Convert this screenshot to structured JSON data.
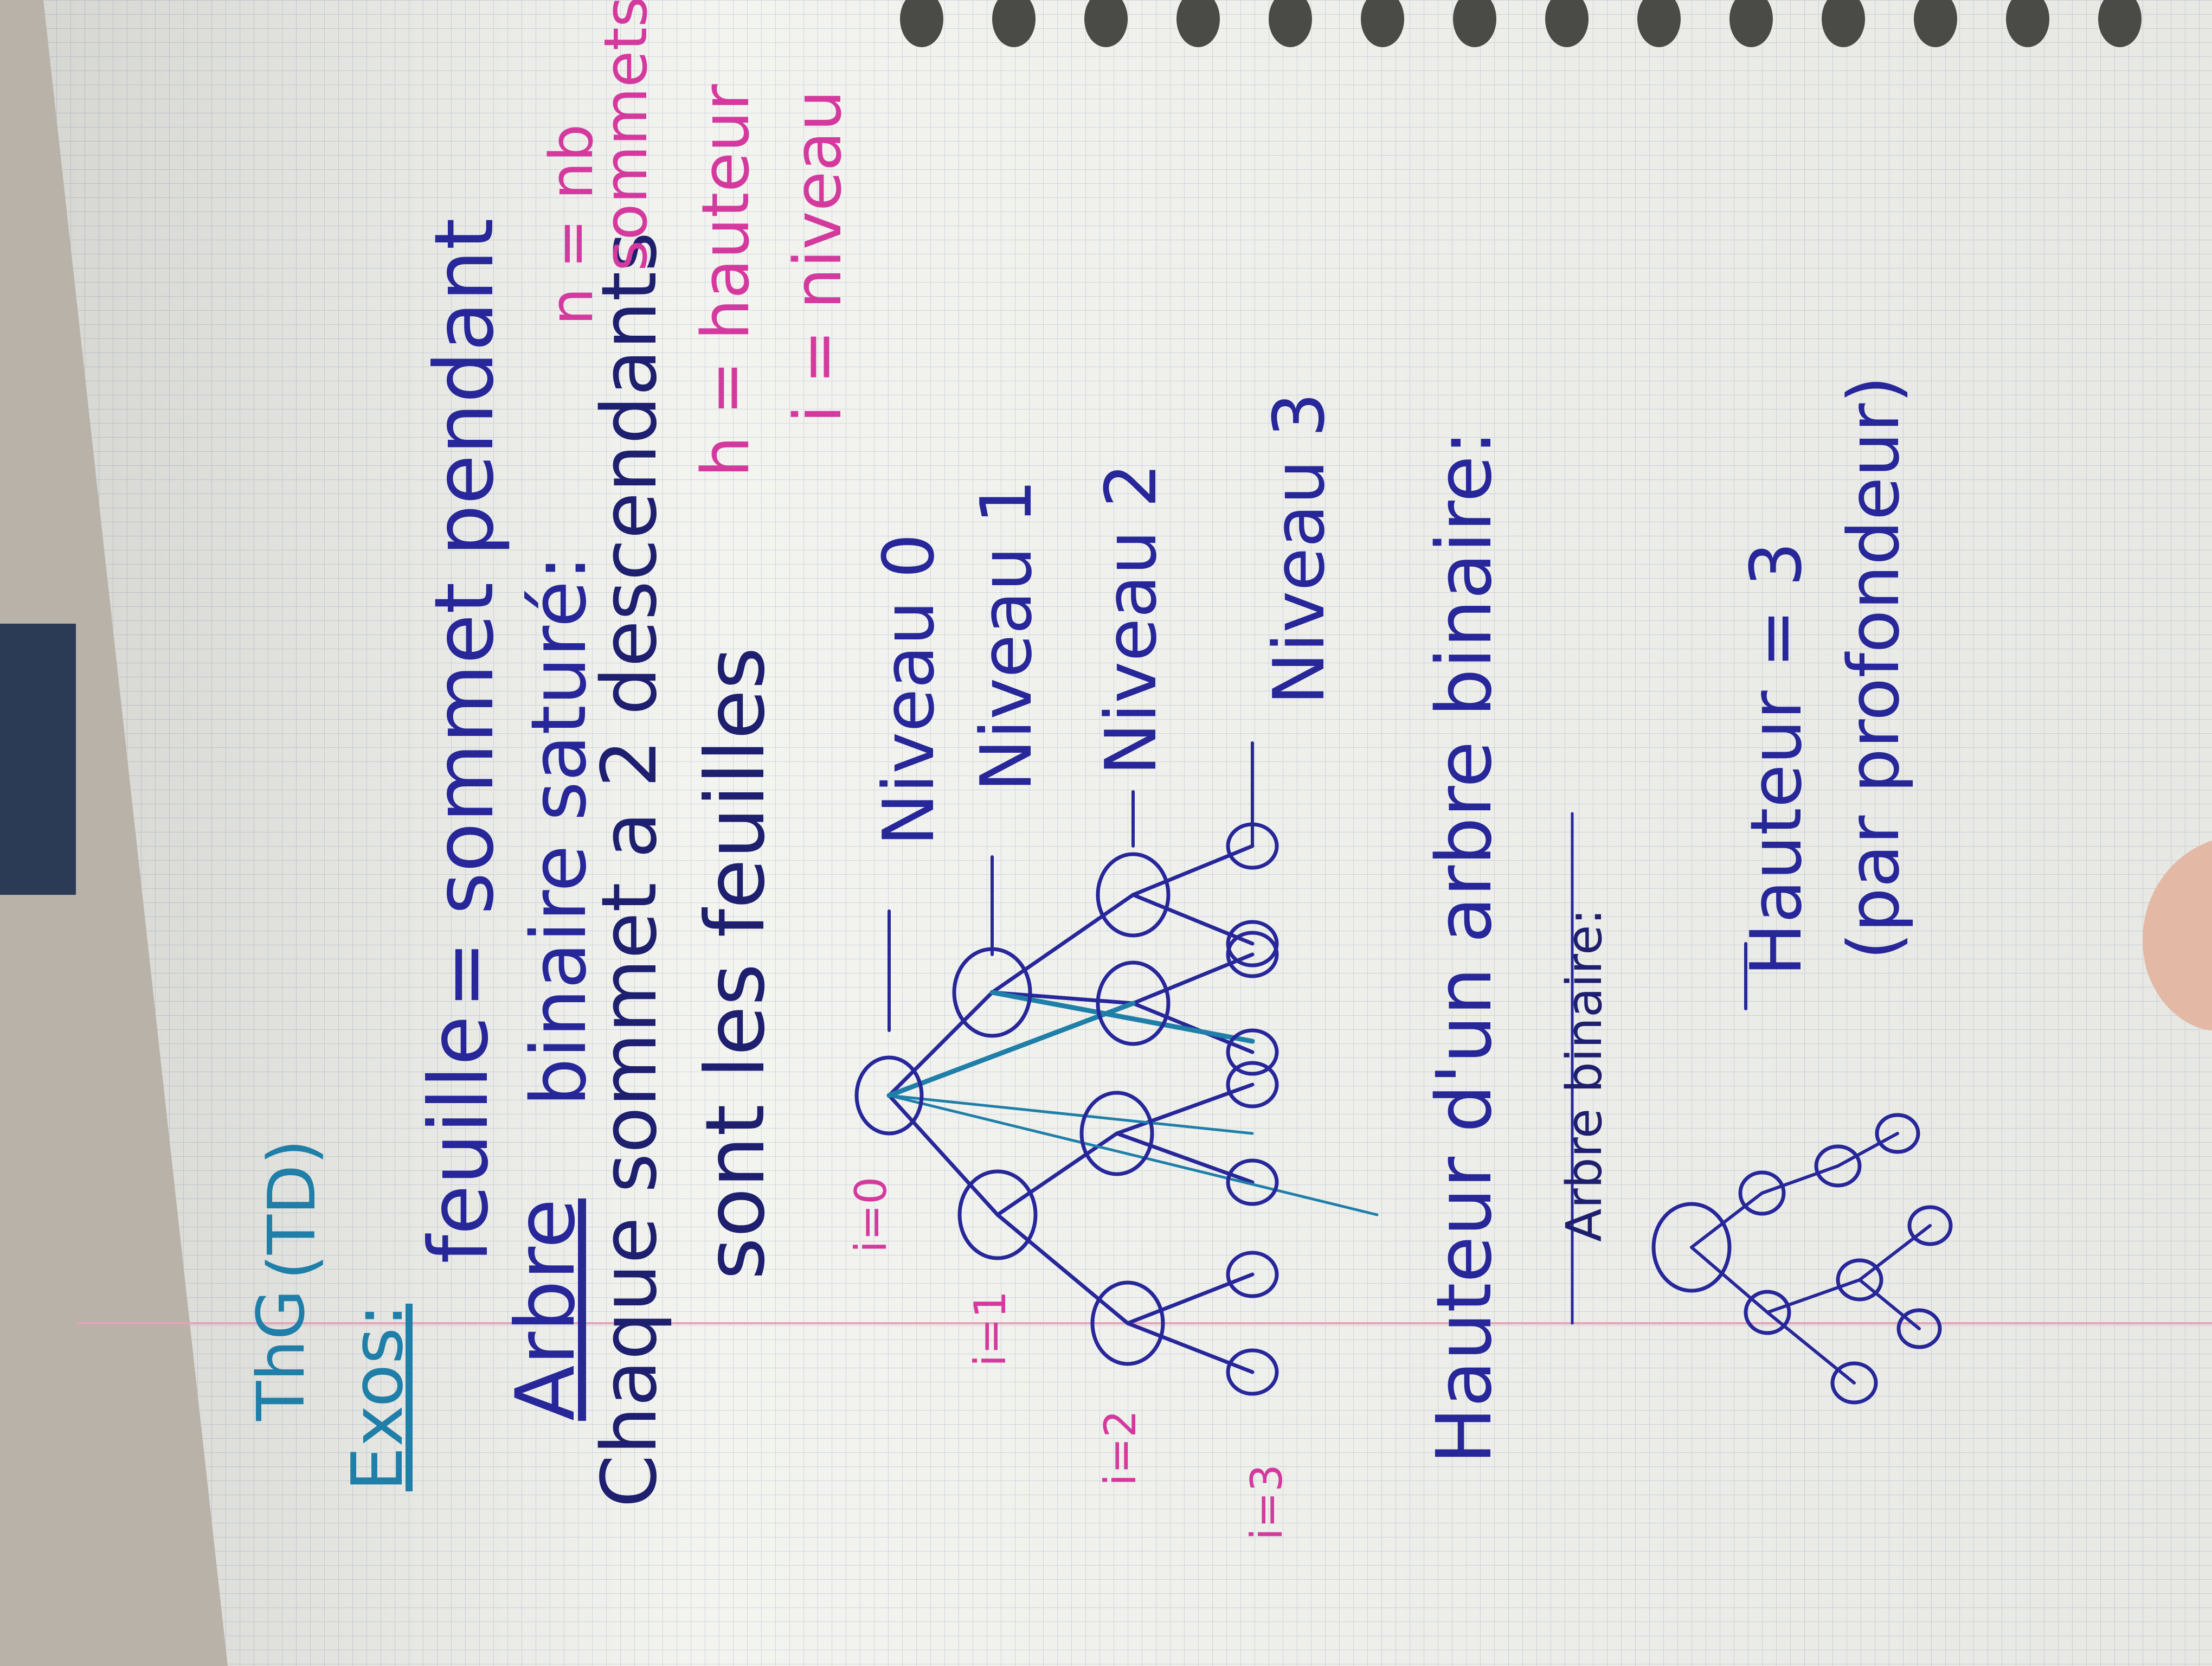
{
  "header": {
    "subject": "ThG",
    "session": "(TD)"
  },
  "exos_title": "Exos:",
  "definitions": {
    "leaf_word": "feuille",
    "leaf_def": "= sommet pendant",
    "tree_word": "Arbre",
    "binary_saturated": "binaire saturé:",
    "each_vertex": "Chaque sommet a 2 descendants",
    "leaves_are": "sont les feuilles"
  },
  "notes": {
    "n_def": "n = nb",
    "n_def2": "sommets",
    "h_def": "h = hauteur",
    "i_def": "i = niveau"
  },
  "levels": {
    "markers": [
      "i=0",
      "i=1",
      "i=2",
      "i=3"
    ],
    "labels": [
      "Niveau 0",
      "Niveau 1",
      "Niveau 2",
      "Niveau 3"
    ]
  },
  "section_title": "Hauteur d'un arbre binaire:",
  "second_tree": {
    "label": "Arbre binaire:",
    "result": "Hauteur = 3",
    "method": "(par profondeur)"
  },
  "colors": {
    "paper": "#f4f5f0",
    "grid": "#c3ccd8",
    "margin_line": "#e4a4b8",
    "ink_blue": "#27279a",
    "ink_teal": "#1f7fa8",
    "ink_pink": "#d43a9e",
    "ink_navy": "#1e1f6e"
  },
  "icons": [
    "spiral-holes-icon",
    "tree-diagram-icon"
  ]
}
